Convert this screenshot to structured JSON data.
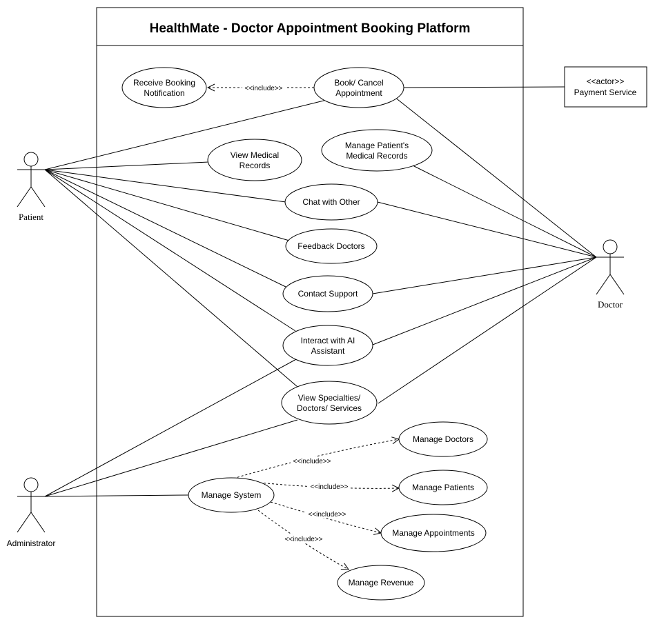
{
  "diagram": {
    "title": "HealthMate - Doctor Appointment Booking Platform",
    "actors": {
      "patient": "Patient",
      "doctor": "Doctor",
      "administrator": "Administrator",
      "payment_stereotype": "<<actor>>",
      "payment_name": "Payment Service"
    },
    "use_cases": {
      "receive_notification": [
        "Receive Booking",
        "Notification"
      ],
      "book_cancel": [
        "Book/ Cancel",
        "Appointment"
      ],
      "view_medical": [
        "View Medical",
        "Records"
      ],
      "manage_patient_records": [
        "Manage Patient's",
        "Medical Records"
      ],
      "chat": [
        "Chat with Other"
      ],
      "feedback": [
        "Feedback Doctors"
      ],
      "contact_support": [
        "Contact Support"
      ],
      "ai_assistant": [
        "Interact with AI",
        "Assistant"
      ],
      "view_specialties": [
        "View Specialties/",
        "Doctors/ Services"
      ],
      "manage_system": [
        "Manage System"
      ],
      "manage_doctors": [
        "Manage Doctors"
      ],
      "manage_patients": [
        "Manage Patients"
      ],
      "manage_appointments": [
        "Manage Appointments"
      ],
      "manage_revenue": [
        "Manage Revenue"
      ]
    },
    "include_label": "<<include>>"
  }
}
